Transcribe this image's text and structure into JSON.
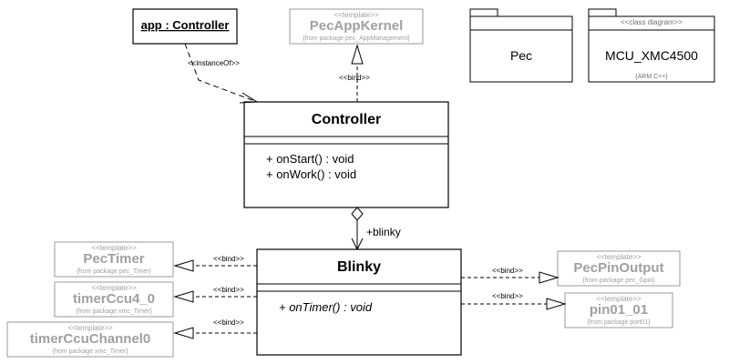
{
  "colors": {
    "line": "#000000",
    "template_gray": "#9a9a9a",
    "template_text": "#a0a0a0",
    "background": "#ffffff"
  },
  "instance": {
    "name": "app : Controller"
  },
  "pec_app_kernel": {
    "stereotype": "<<template>>",
    "name": "PecAppKernel",
    "from": "{from package pec_AppManagement}"
  },
  "pec_package": {
    "name": "Pec"
  },
  "mcu_package": {
    "stereotype": "<<class diagram>>",
    "name": "MCU_XMC4500",
    "note": "{ARM C++}"
  },
  "controller": {
    "name": "Controller",
    "operations": [
      "+ onStart() : void",
      "+ onWork() : void"
    ]
  },
  "blinky": {
    "name": "Blinky",
    "operations": [
      "+ onTimer() : void"
    ]
  },
  "relations": {
    "instance_of": "<<instanceOf>>",
    "bind": "<<bind>>",
    "blinky_role": "+blinky"
  },
  "templates": {
    "pec_timer": {
      "stereotype": "<<template>>",
      "name": "PecTimer",
      "from": "{from package pec_Timer}"
    },
    "timer_ccu4": {
      "stereotype": "<<template>>",
      "name": "timerCcu4_0",
      "from": "{from package xmc_Timer}"
    },
    "timer_ccu_channel": {
      "stereotype": "<<template>>",
      "name": "timerCcuChannel0",
      "from": "{from package xmc_Timer}"
    },
    "pec_pin_output": {
      "stereotype": "<<template>>",
      "name": "PecPinOutput",
      "from": "{from package pec_Gpio}"
    },
    "pin01_01": {
      "stereotype": "<<template>>",
      "name": "pin01_01",
      "from": "{from package port01}"
    }
  }
}
